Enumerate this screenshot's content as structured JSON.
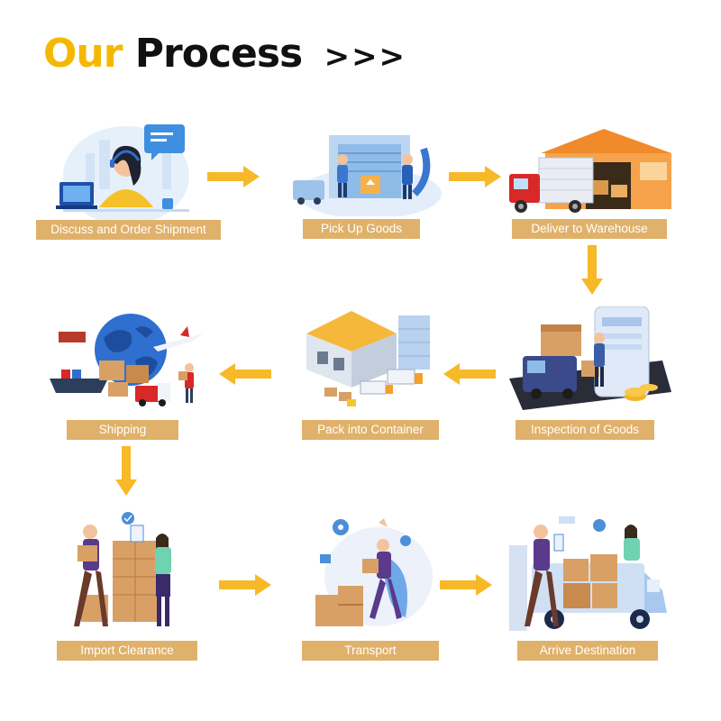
{
  "header": {
    "title_word1": "Our",
    "title_word2": "Process",
    "title_marker": ">>>"
  },
  "colors": {
    "accent_yellow": "#f5b800",
    "label_bg": "#e0b16a",
    "arrow": "#f7b928",
    "box_brown": "#d8935a",
    "blue": "#4a8fd8"
  },
  "steps": [
    {
      "label": "Discuss and Order Shipment",
      "icon": "customer-service-icon"
    },
    {
      "label": "Pick Up Goods",
      "icon": "pickup-warehouse-icon"
    },
    {
      "label": "Deliver to Warehouse",
      "icon": "truck-warehouse-icon"
    },
    {
      "label": "Inspection of Goods",
      "icon": "inspection-icon"
    },
    {
      "label": "Pack into Container",
      "icon": "container-warehouse-icon"
    },
    {
      "label": "Shipping",
      "icon": "globe-shipping-icon"
    },
    {
      "label": "Import Clearance",
      "icon": "clearance-icon"
    },
    {
      "label": "Transport",
      "icon": "transport-icon"
    },
    {
      "label": "Arrive Destination",
      "icon": "delivery-van-icon"
    }
  ]
}
